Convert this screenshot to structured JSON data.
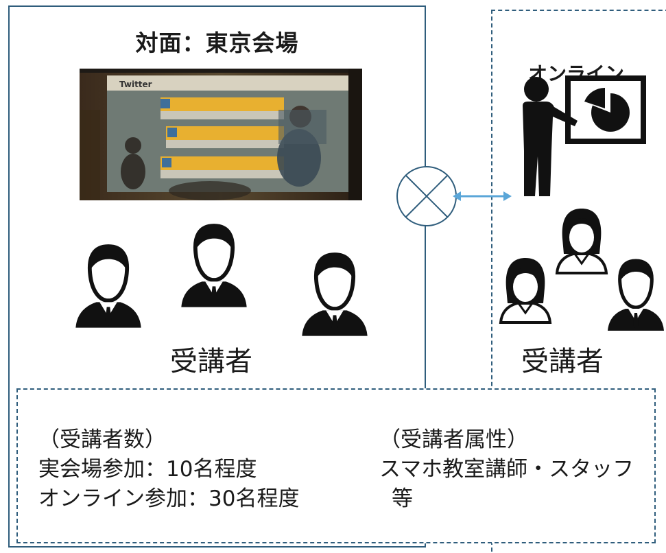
{
  "venue": {
    "title": "対面：東京会場",
    "trainee_label": "受講者",
    "slide_heading": "Twitter"
  },
  "online": {
    "title": "オンライン",
    "trainee_label": "受講者"
  },
  "info": {
    "count": {
      "heading": "（受講者数）",
      "line1": "実会場参加：10名程度",
      "line2": "オンライン参加：30名程度"
    },
    "attributes": {
      "heading": "（受講者属性）",
      "line1": "スマホ教室講師・スタッフ",
      "line2": "等"
    }
  },
  "colors": {
    "frame": "#2f5d7c",
    "arrow": "#5aa6d8",
    "connector": "#2f5d7c",
    "figure": "#111111",
    "shirt": "#ffffff",
    "slide_band": "#e8b030"
  },
  "icons": [
    "lecturer-icon",
    "pie-chart-board-icon",
    "connector-icon",
    "bidirectional-arrow-icon",
    "businessman-icon",
    "businesswoman-icon"
  ]
}
